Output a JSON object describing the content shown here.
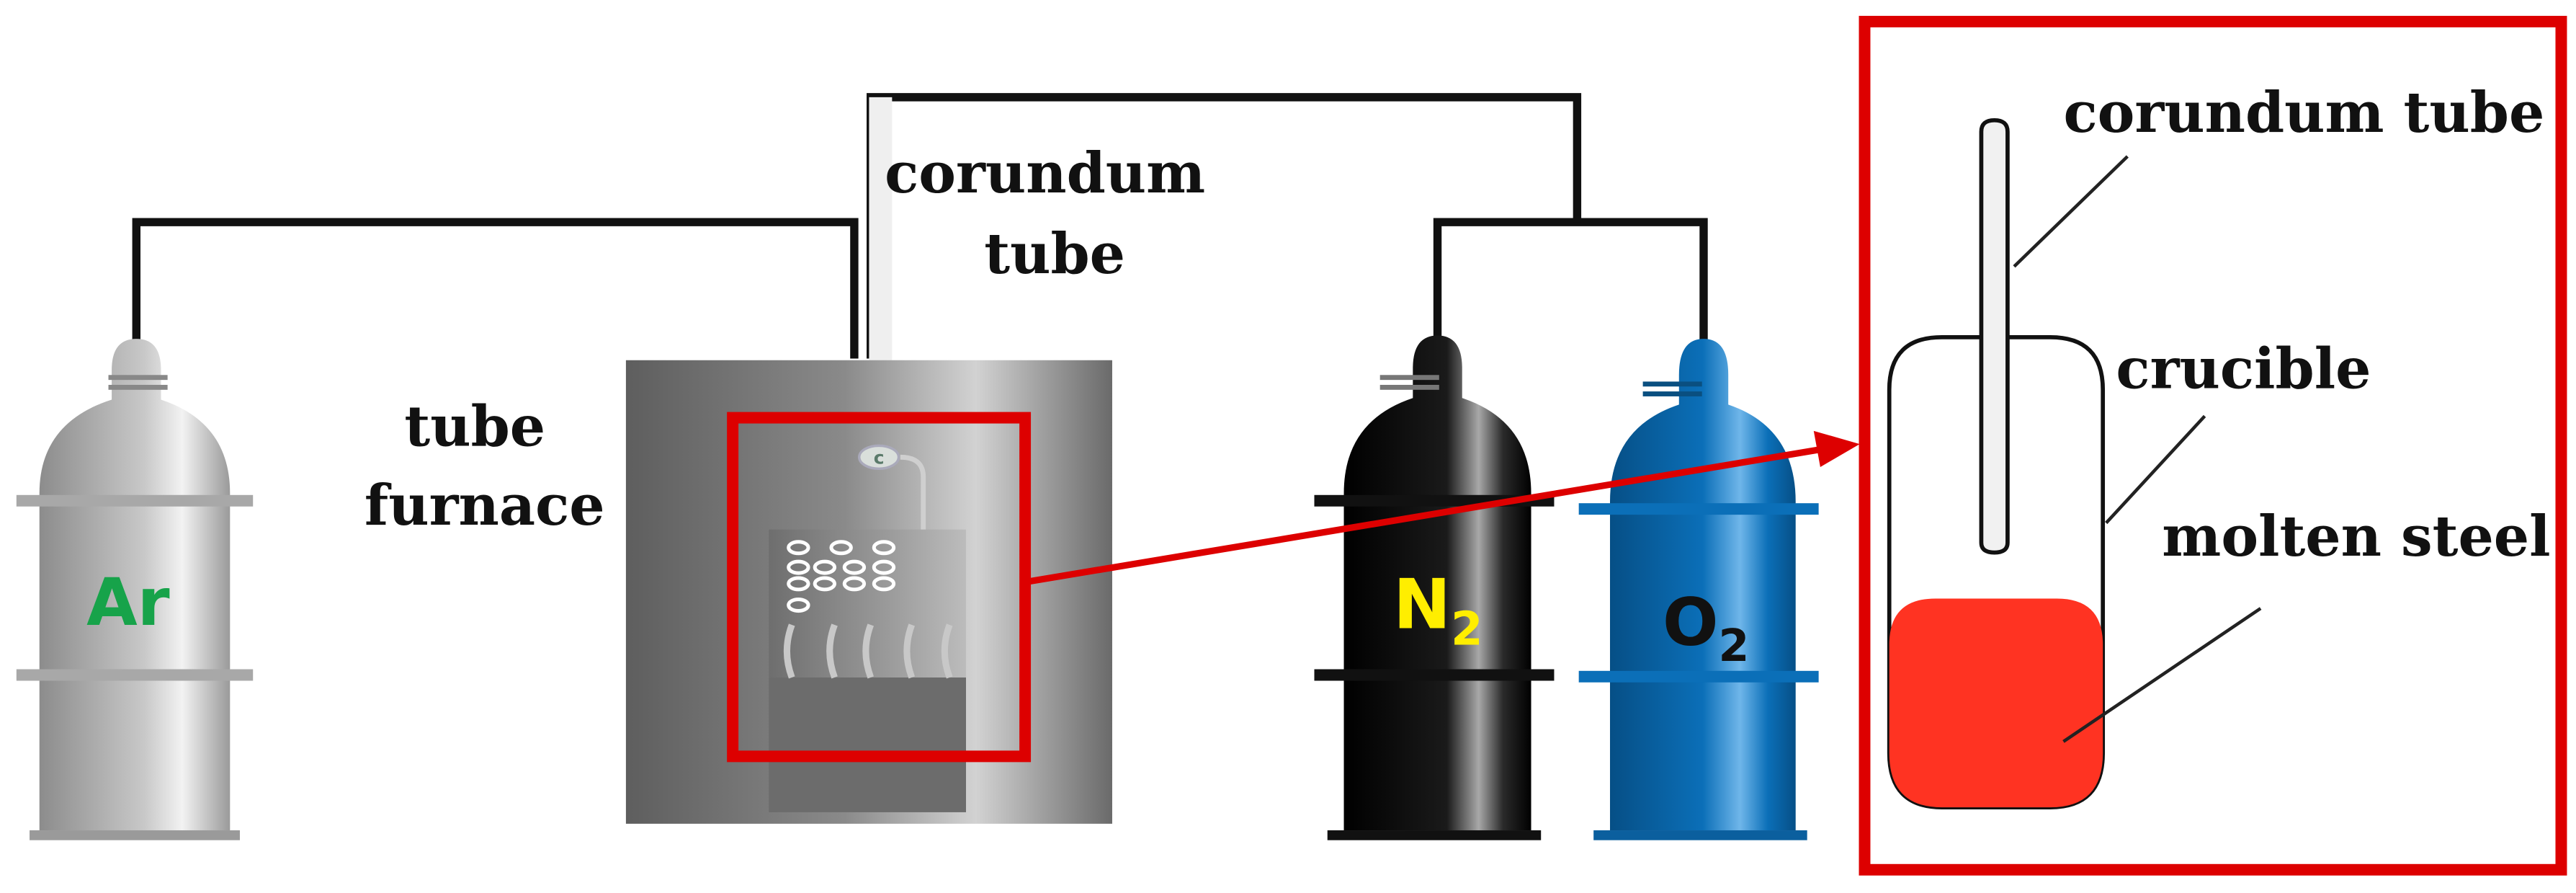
{
  "labels": {
    "corundum_tube_top_line1": "corundum",
    "corundum_tube_top_line2": "tube",
    "tube_furnace_line1": "tube",
    "tube_furnace_line2": "furnace",
    "detail_corundum_tube": "corundum tube",
    "detail_crucible": "crucible",
    "detail_molten_steel": "molten steel"
  },
  "cylinders": {
    "ar": {
      "label": "Ar",
      "label_color": "#17a34a"
    },
    "n2": {
      "label": "N",
      "subscript": "2",
      "label_color": "#ffee00"
    },
    "o2": {
      "label": "O",
      "subscript": "2",
      "label_color": "#111111"
    }
  },
  "colors": {
    "highlight_red": "#dd0000",
    "molten_steel": "#ff3322",
    "pipe": "#111111"
  }
}
